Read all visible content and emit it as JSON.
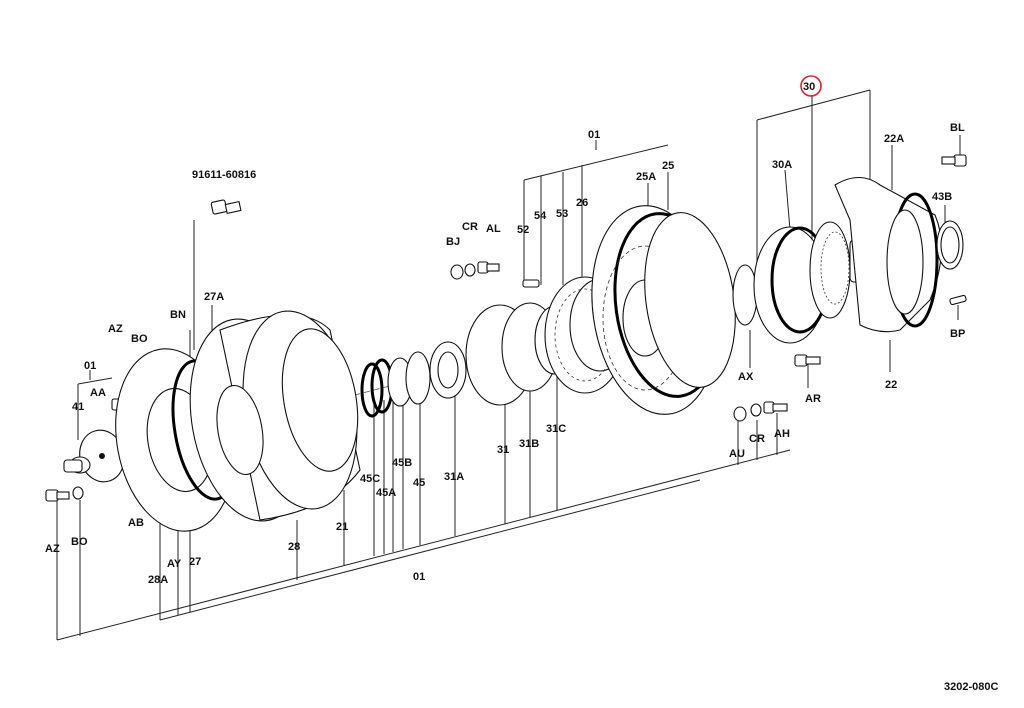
{
  "drawing_number": "3202-080C",
  "highlight_color": "#d9232e",
  "highlighted_label": "30",
  "labels": {
    "l_91611": "91611-60816",
    "l_01_top": "01",
    "l_01_left": "01",
    "l_01_bottom": "01",
    "l_AZ_top": "AZ",
    "l_BO_top": "BO",
    "l_BN": "BN",
    "l_27A": "27A",
    "l_AA": "AA",
    "l_41": "41",
    "l_AB": "AB",
    "l_AY": "AY",
    "l_27": "27",
    "l_28A": "28A",
    "l_AZ_bot": "AZ",
    "l_BO_bot": "BO",
    "l_28": "28",
    "l_21": "21",
    "l_45C": "45C",
    "l_45A": "45A",
    "l_45B": "45B",
    "l_45": "45",
    "l_31A": "31A",
    "l_31": "31",
    "l_31B": "31B",
    "l_31C": "31C",
    "l_BJ": "BJ",
    "l_CR_top": "CR",
    "l_AL": "AL",
    "l_52": "52",
    "l_54": "54",
    "l_53": "53",
    "l_26": "26",
    "l_25A": "25A",
    "l_25": "25",
    "l_30A": "30A",
    "l_22A": "22A",
    "l_BL": "BL",
    "l_43B": "43B",
    "l_BP": "BP",
    "l_22": "22",
    "l_AX": "AX",
    "l_AR": "AR",
    "l_AU": "AU",
    "l_CR_bot": "CR",
    "l_AH": "AH"
  }
}
